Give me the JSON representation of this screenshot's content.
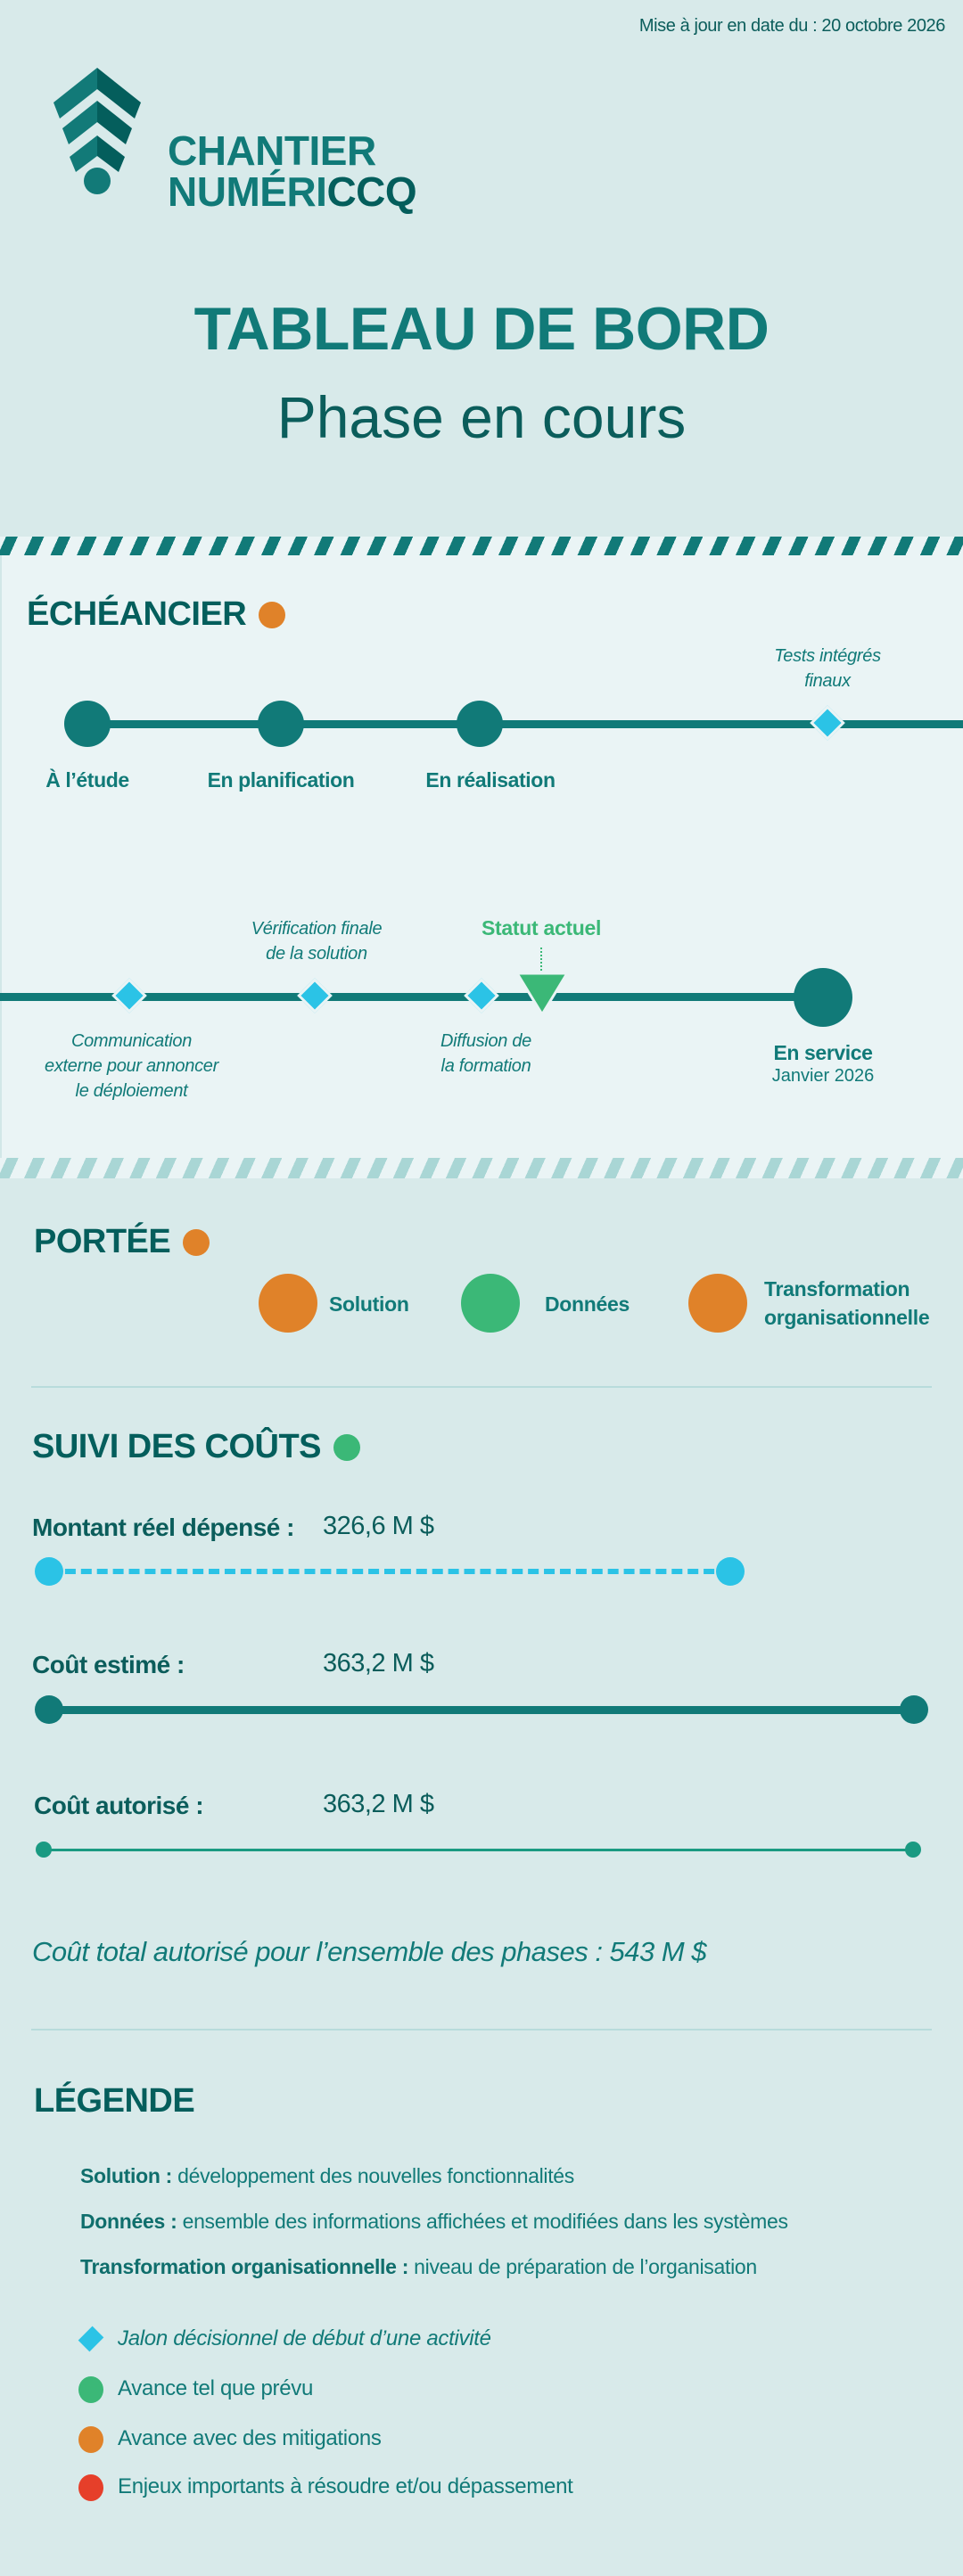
{
  "header": {
    "update_date": "Mise à jour en date du : 20 octobre 2026",
    "brand_line1": "CHANTIER",
    "brand_line2_a": "NUMÉRI",
    "brand_line2_b": "CCQ",
    "title": "TABLEAU DE BORD",
    "subtitle": "Phase en cours"
  },
  "colors": {
    "teal": "#117a78",
    "dark_teal": "#045e5c",
    "background": "#d8eaea",
    "panel": "#eaf4f5",
    "milestone_blue": "#2bc3e6",
    "green": "#3bb877",
    "orange": "#e08229",
    "red": "#e63f2a"
  },
  "schedule": {
    "title": "ÉCHÉANCIER",
    "status_color": "#e08229",
    "phases": [
      {
        "label": "À l’étude"
      },
      {
        "label": "En planification"
      },
      {
        "label": "En réalisation"
      }
    ],
    "milestones_row1": [
      {
        "label_line1": "Tests intégrés",
        "label_line2": "finaux"
      }
    ],
    "milestones_row2": [
      {
        "label_line1": "Communication",
        "label_line2": "externe pour annoncer",
        "label_line3": "le déploiement"
      },
      {
        "label_line1": "Vérification finale",
        "label_line2": "de la solution"
      },
      {
        "label_line1": "Diffusion de",
        "label_line2": "la formation"
      }
    ],
    "current_status_label": "Statut actuel",
    "end_phase": {
      "label": "En service",
      "date": "Janvier  2026"
    }
  },
  "scope": {
    "title": "PORTÉE",
    "status_color": "#e08229",
    "items": [
      {
        "label": "Solution",
        "color": "#e08229"
      },
      {
        "label": "Données",
        "color": "#3bb877"
      },
      {
        "label_line1": "Transformation",
        "label_line2": "organisationnelle",
        "color": "#e08229"
      }
    ]
  },
  "costs": {
    "title": "SUIVI DES COÛTS",
    "status_color": "#3bb877",
    "rows": [
      {
        "label": "Montant réel dépensé :",
        "value": "326,6 M $"
      },
      {
        "label": "Coût estimé :",
        "value": "363,2 M $"
      },
      {
        "label": "Coût autorisé :",
        "value": "363,2 M $"
      }
    ],
    "total": "Coût total autorisé pour l’ensemble des phases : 543 M $"
  },
  "legend": {
    "title": "LÉGENDE",
    "definitions": [
      {
        "term": "Solution :",
        "text": " développement des nouvelles fonctionnalités"
      },
      {
        "term": "Données :",
        "text": " ensemble des informations affichées et modifiées dans les systèmes"
      },
      {
        "term": "Transformation organisationnelle :",
        "text": " niveau de préparation de l’organisation"
      }
    ],
    "symbols": [
      {
        "shape": "diamond",
        "color": "#2bc3e6",
        "label": "Jalon décisionnel de début d’une activité"
      },
      {
        "shape": "circle",
        "color": "#3bb877",
        "label": "Avance tel que prévu"
      },
      {
        "shape": "circle",
        "color": "#e08229",
        "label": "Avance avec des mitigations"
      },
      {
        "shape": "circle",
        "color": "#e63f2a",
        "label": "Enjeux importants à résoudre et/ou dépassement"
      }
    ]
  }
}
